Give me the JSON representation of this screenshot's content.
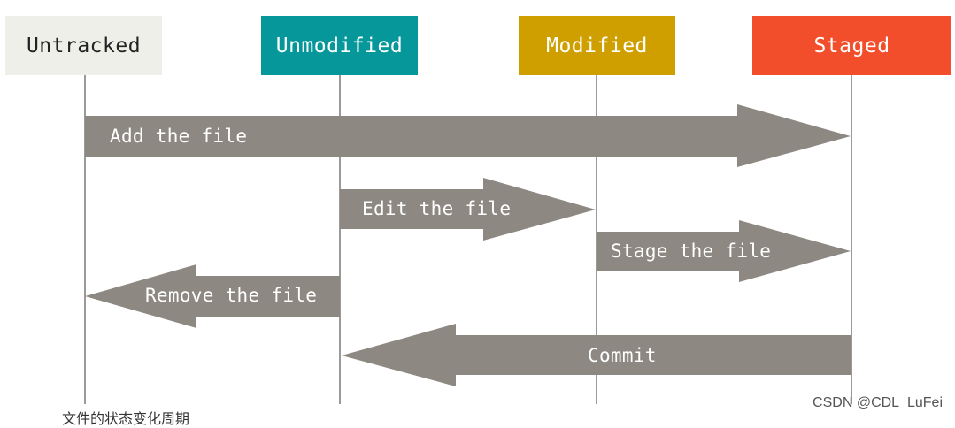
{
  "stages": [
    {
      "label": "Untracked"
    },
    {
      "label": "Unmodified"
    },
    {
      "label": "Modified"
    },
    {
      "label": "Staged"
    }
  ],
  "transitions": [
    {
      "label": "Add the file",
      "from": "Untracked",
      "to": "Staged"
    },
    {
      "label": "Edit the file",
      "from": "Unmodified",
      "to": "Modified"
    },
    {
      "label": "Stage the file",
      "from": "Modified",
      "to": "Staged"
    },
    {
      "label": "Remove the file",
      "from": "Unmodified",
      "to": "Untracked"
    },
    {
      "label": "Commit",
      "from": "Staged",
      "to": "Unmodified"
    }
  ],
  "caption": "文件的状态变化周期",
  "watermark": "CSDN @CDL_LuFei",
  "colors": {
    "untracked": "#efefea",
    "unmodified": "#05979a",
    "modified": "#cf9f00",
    "staged": "#f24e2b",
    "arrow": "#8e8882"
  }
}
